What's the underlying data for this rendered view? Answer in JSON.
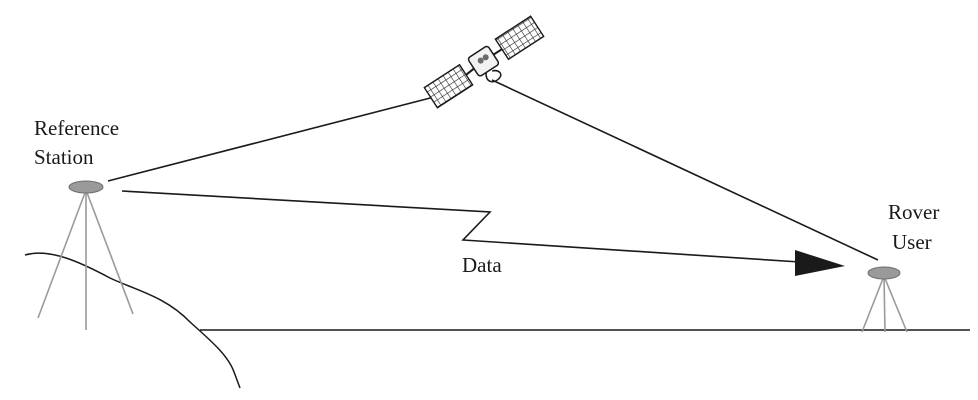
{
  "labels": {
    "reference_line1": "Reference",
    "reference_line2": "Station",
    "rover_line1": "Rover",
    "rover_line2": "User",
    "data": "Data"
  },
  "colors": {
    "line": "#1a1a1a",
    "tripod": "#9a9a9a",
    "antenna": "#9a9a9a",
    "panel": "#2a2a2a",
    "background": "#ffffff"
  }
}
